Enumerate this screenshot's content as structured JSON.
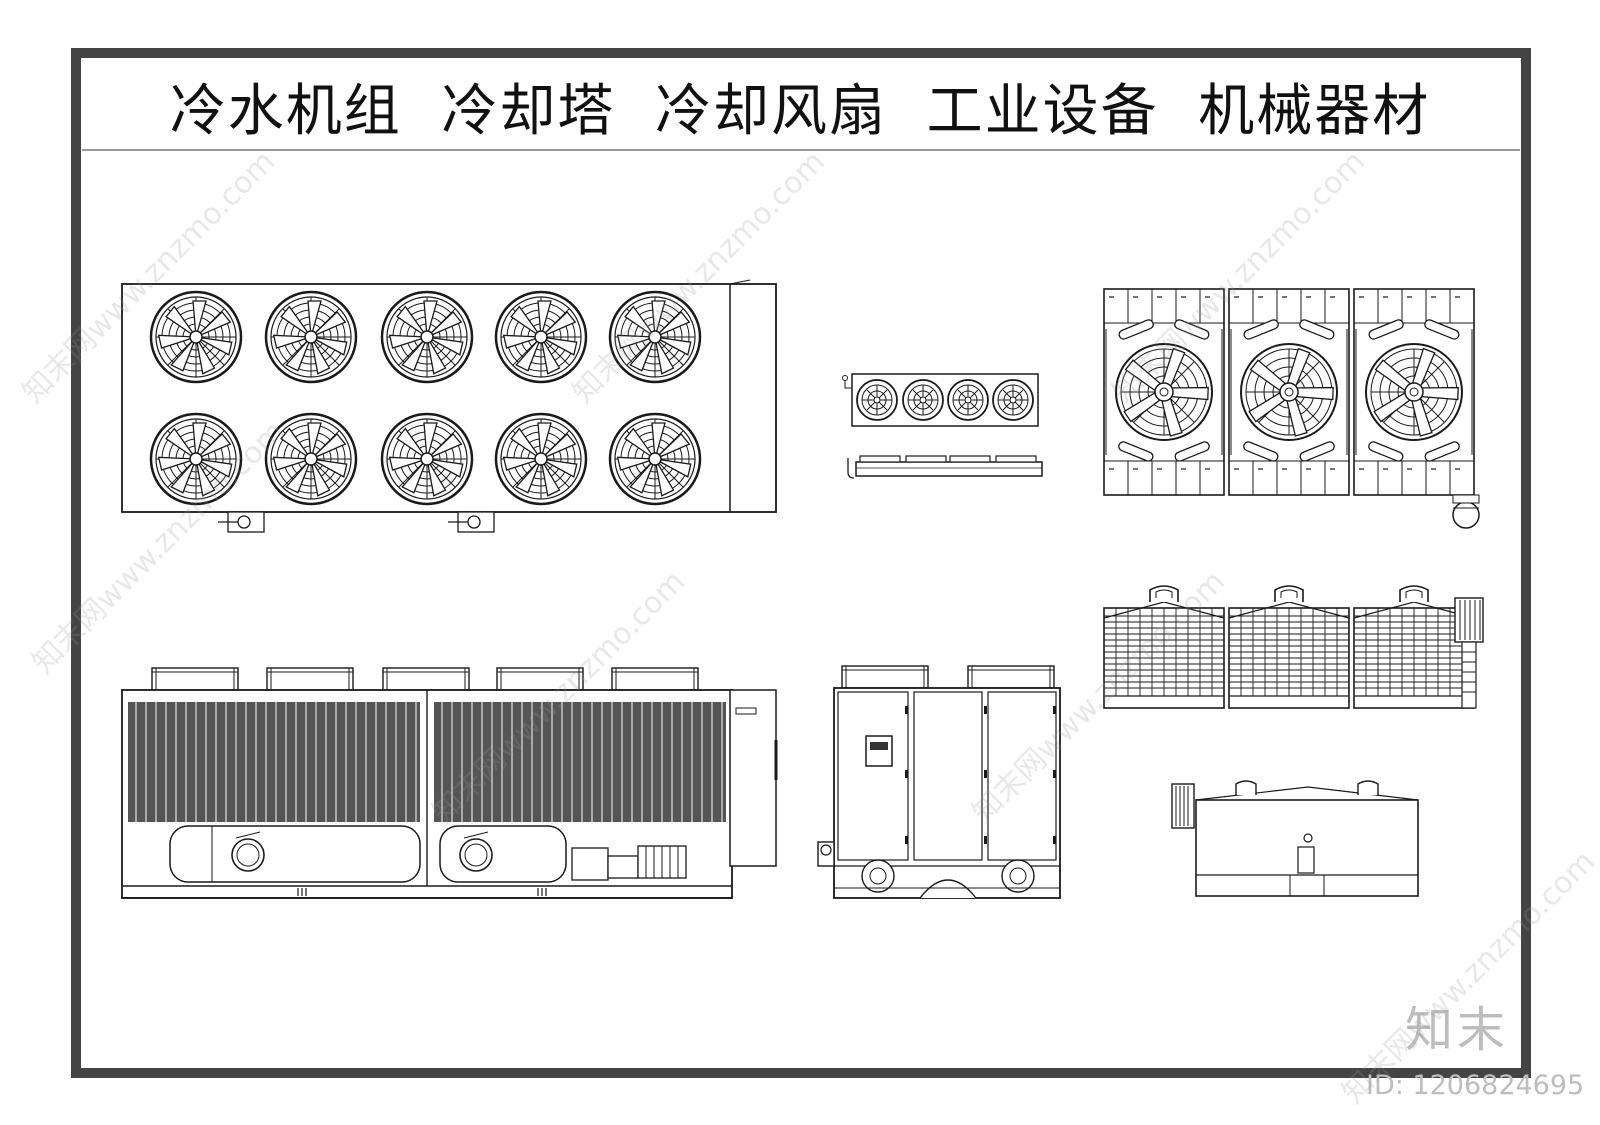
{
  "drawing": {
    "title": "冷水机组  冷却塔  冷却风扇  工业设备  机械器材",
    "brand": "知末",
    "id_label": "ID: 1206824695",
    "watermark": "知末网www.znzmo.com",
    "line_color": "#1a1a1a",
    "frame_color": "#444444"
  },
  "components": [
    "chiller-top-view-10-fans",
    "small-condenser-top-view-4-fans",
    "small-condenser-side-view",
    "cooling-tower-top-view-3-cells",
    "cooling-tower-side-view-3-cells",
    "chiller-front-elevation",
    "chiller-side-elevation",
    "cooling-tower-end-view"
  ]
}
